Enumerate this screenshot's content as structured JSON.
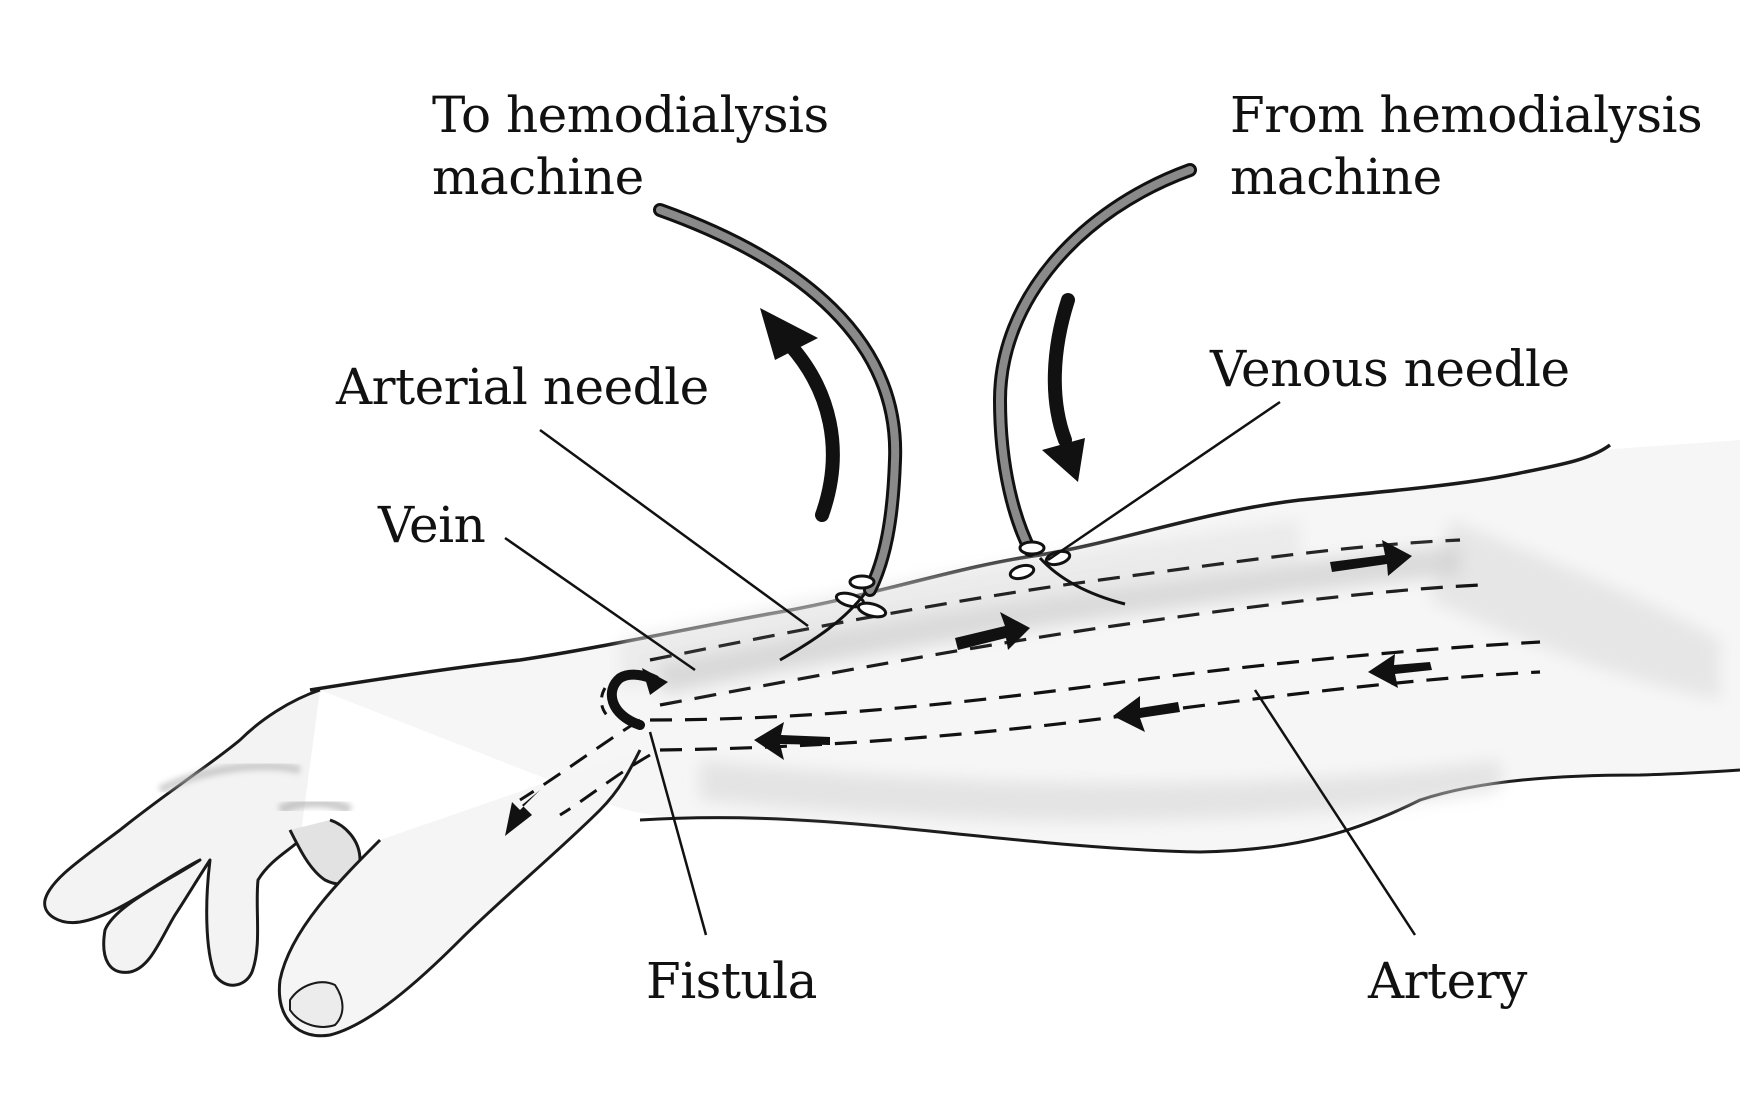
{
  "title": "Hemodialysis access via arteriovenous fistula",
  "labels": {
    "to_machine_line1": "To hemodialysis",
    "to_machine_line2": "machine",
    "from_machine_line1": "From hemodialysis",
    "from_machine_line2": "machine",
    "arterial_needle": "Arterial needle",
    "venous_needle": "Venous needle",
    "vein": "Vein",
    "fistula": "Fistula",
    "artery": "Artery"
  },
  "flow": {
    "to_machine_direction": "up-away-from-arm",
    "from_machine_direction": "down-into-arm",
    "vein_flow": "toward elbow",
    "artery_flow": "toward hand"
  },
  "colors": {
    "ink": "#111111",
    "tube": "#8a8a8a",
    "shading": "#c8c8c8",
    "background": "#ffffff"
  }
}
